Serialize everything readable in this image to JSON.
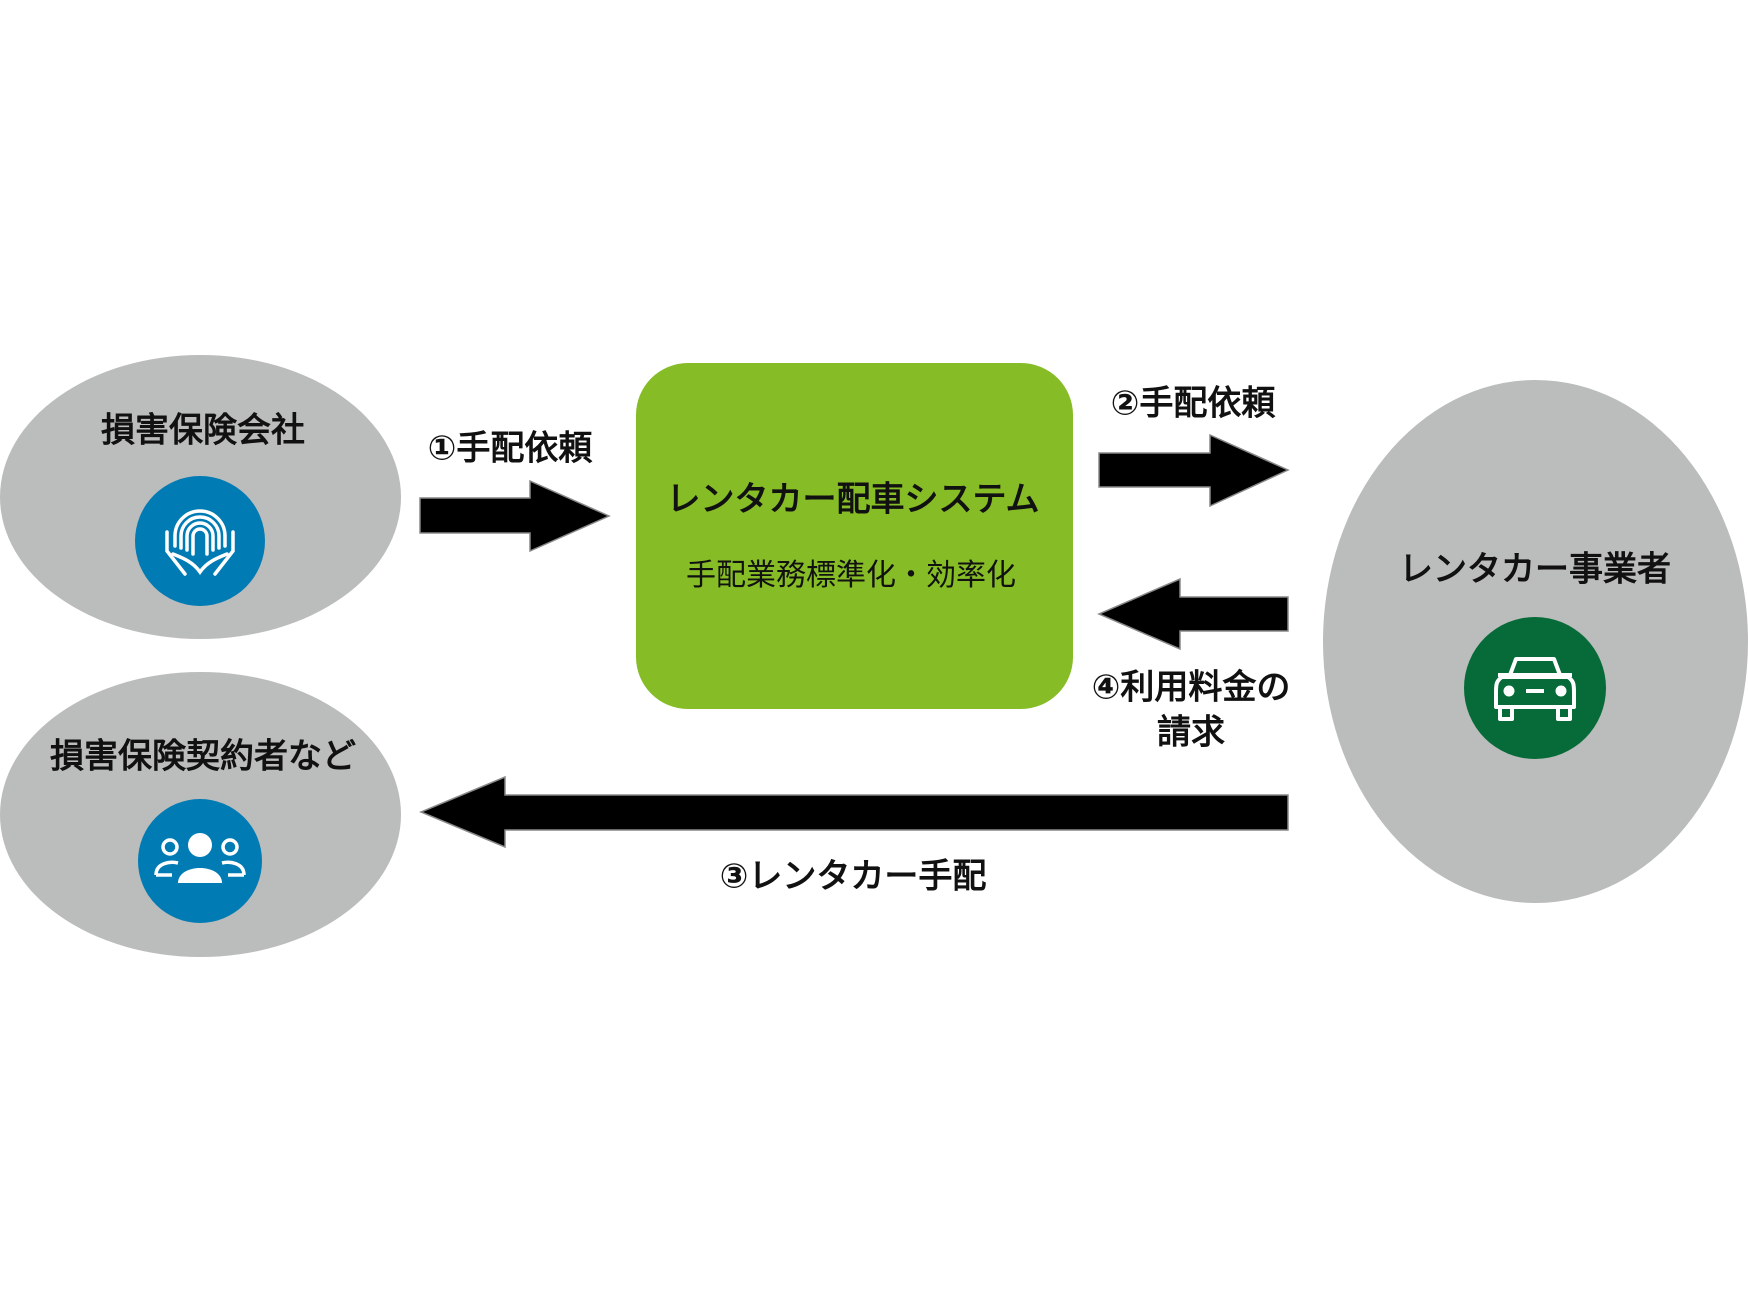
{
  "nodes": {
    "insurer": {
      "label": "損害保険会社",
      "icon": "hands-rainbow-icon"
    },
    "policyholder": {
      "label": "損害保険契約者など",
      "icon": "people-group-icon"
    },
    "system": {
      "title": "レンタカー配車システム",
      "subtitle": "手配業務標準化・効率化"
    },
    "rental_company": {
      "label": "レンタカー事業者",
      "icon": "car-icon"
    }
  },
  "flows": {
    "step1": "①手配依頼",
    "step2": "②手配依頼",
    "step3": "③レンタカー手配",
    "step4_line1": "④利用料金の",
    "step4_line2": "請求"
  },
  "colors": {
    "ellipse": "#bbbcbc",
    "system_box": "#86bc25",
    "blue_icon": "#017bb3",
    "green_icon": "#066b38",
    "arrow": "#000000"
  }
}
